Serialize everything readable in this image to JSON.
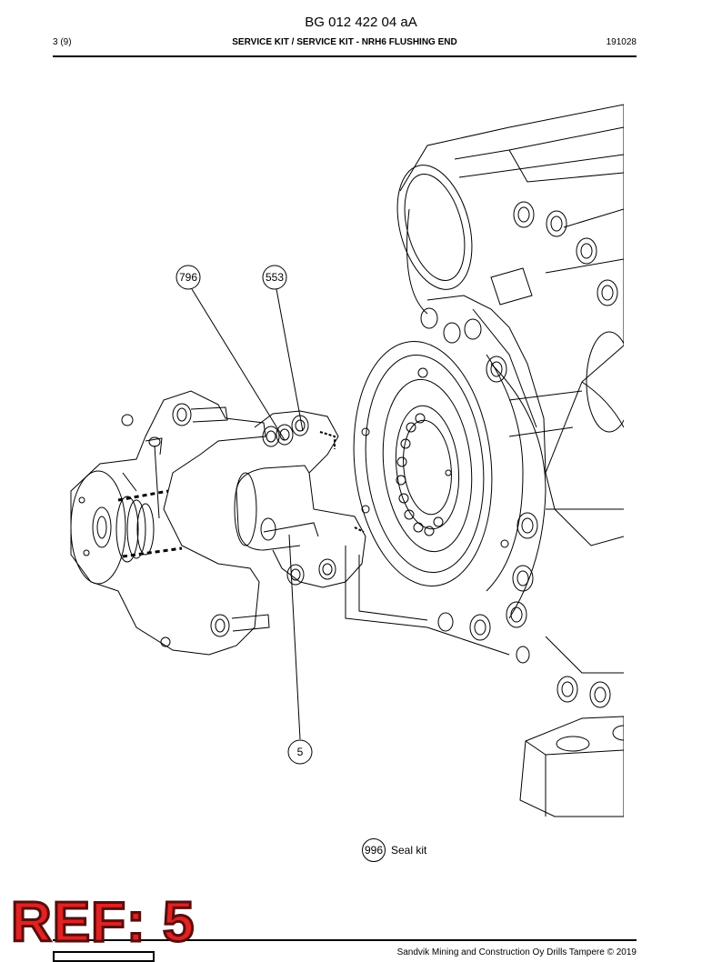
{
  "header": {
    "document_number": "BG 012 422 04 aA",
    "page_index": "3 (9)",
    "title": "SERVICE KIT / SERVICE KIT - NRH6 FLUSHING END",
    "date": "191028"
  },
  "callouts": [
    {
      "number": "796"
    },
    {
      "number": "553"
    },
    {
      "number": "5"
    }
  ],
  "legend": {
    "number": "996",
    "label": "Seal kit"
  },
  "footer": {
    "copyright": "Sandvik Mining and Construction Oy Drills Tampere © 2019"
  },
  "ref_stamp": "REF: 5"
}
